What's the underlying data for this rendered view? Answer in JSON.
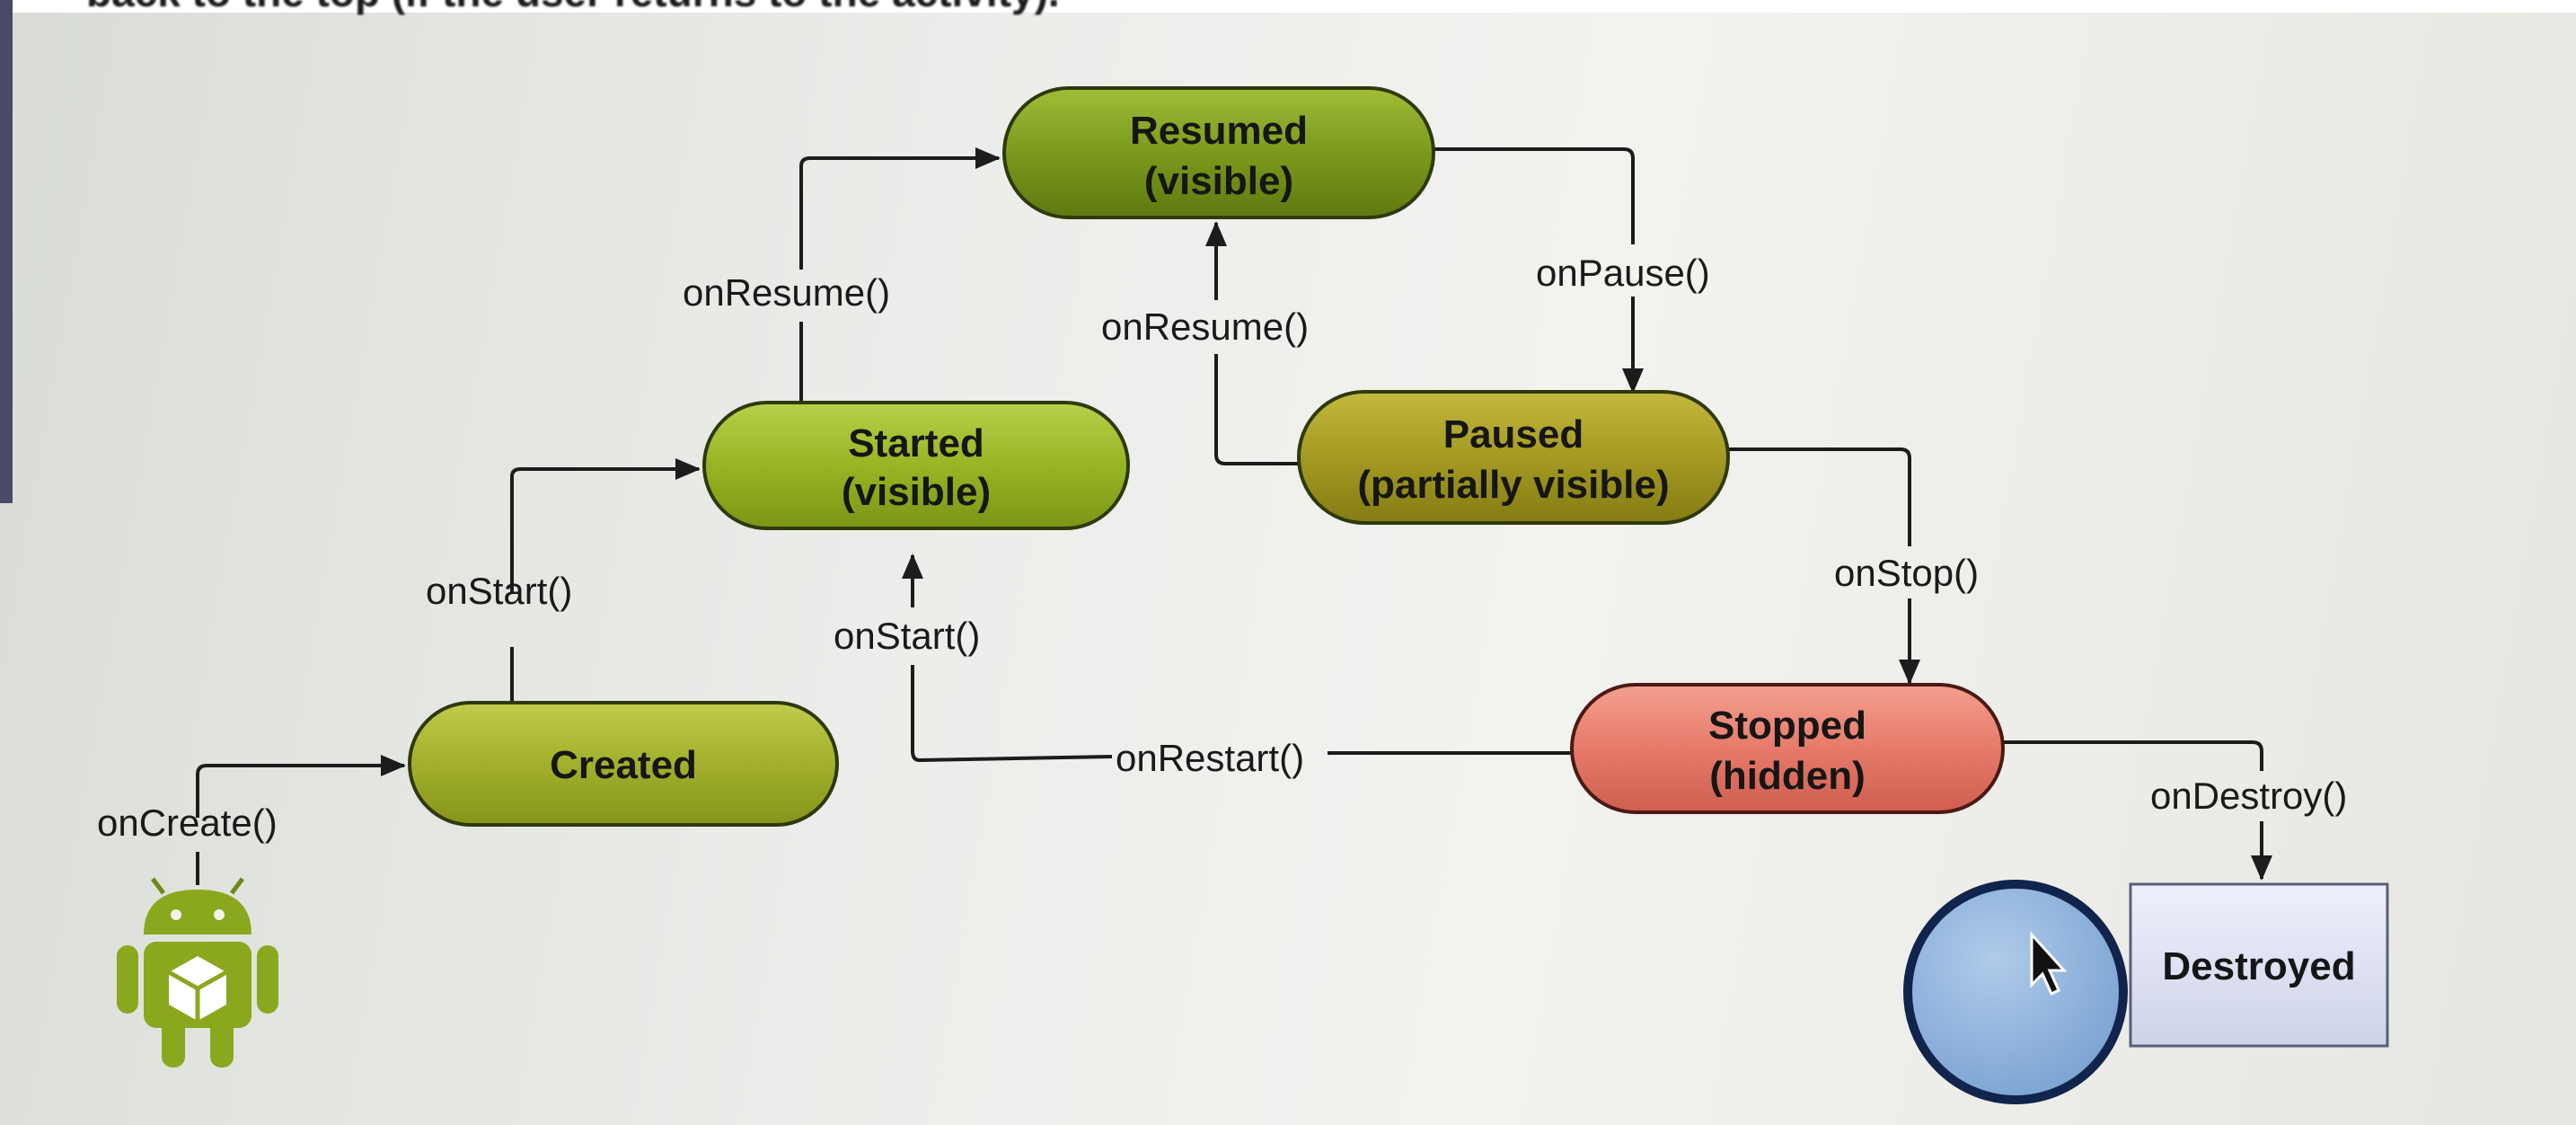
{
  "header": {
    "text": "back to the top (if the user returns to the activity)."
  },
  "states": {
    "resumed": {
      "line1": "Resumed",
      "line2": "(visible)"
    },
    "started": {
      "line1": "Started",
      "line2": "(visible)"
    },
    "paused": {
      "line1": "Paused",
      "line2": "(partially visible)"
    },
    "created": {
      "line1": "Created"
    },
    "stopped": {
      "line1": "Stopped",
      "line2": "(hidden)"
    },
    "destroyed": {
      "line1": "Destroyed"
    }
  },
  "callbacks": {
    "on_create": "onCreate()",
    "on_start_1": "onStart()",
    "on_resume_1": "onResume()",
    "on_resume_2": "onResume()",
    "on_pause": "onPause()",
    "on_stop": "onStop()",
    "on_start_2": "onStart()",
    "on_restart": "onRestart()",
    "on_destroy": "onDestroy()"
  },
  "icons": {
    "android_robot": "android-robot-icon",
    "cursor": "mouse-cursor-icon"
  },
  "colors": {
    "resumed_fill": "#7b9a1c",
    "started_fill": "#98b524",
    "paused_fill": "#a49a22",
    "created_fill": "#a2b02c",
    "stopped_fill": "#e67a6a",
    "destroyed_fill": "#d8dbf0",
    "touch_circle_fill": "#8fb3dd",
    "touch_circle_stroke": "#10244c"
  }
}
